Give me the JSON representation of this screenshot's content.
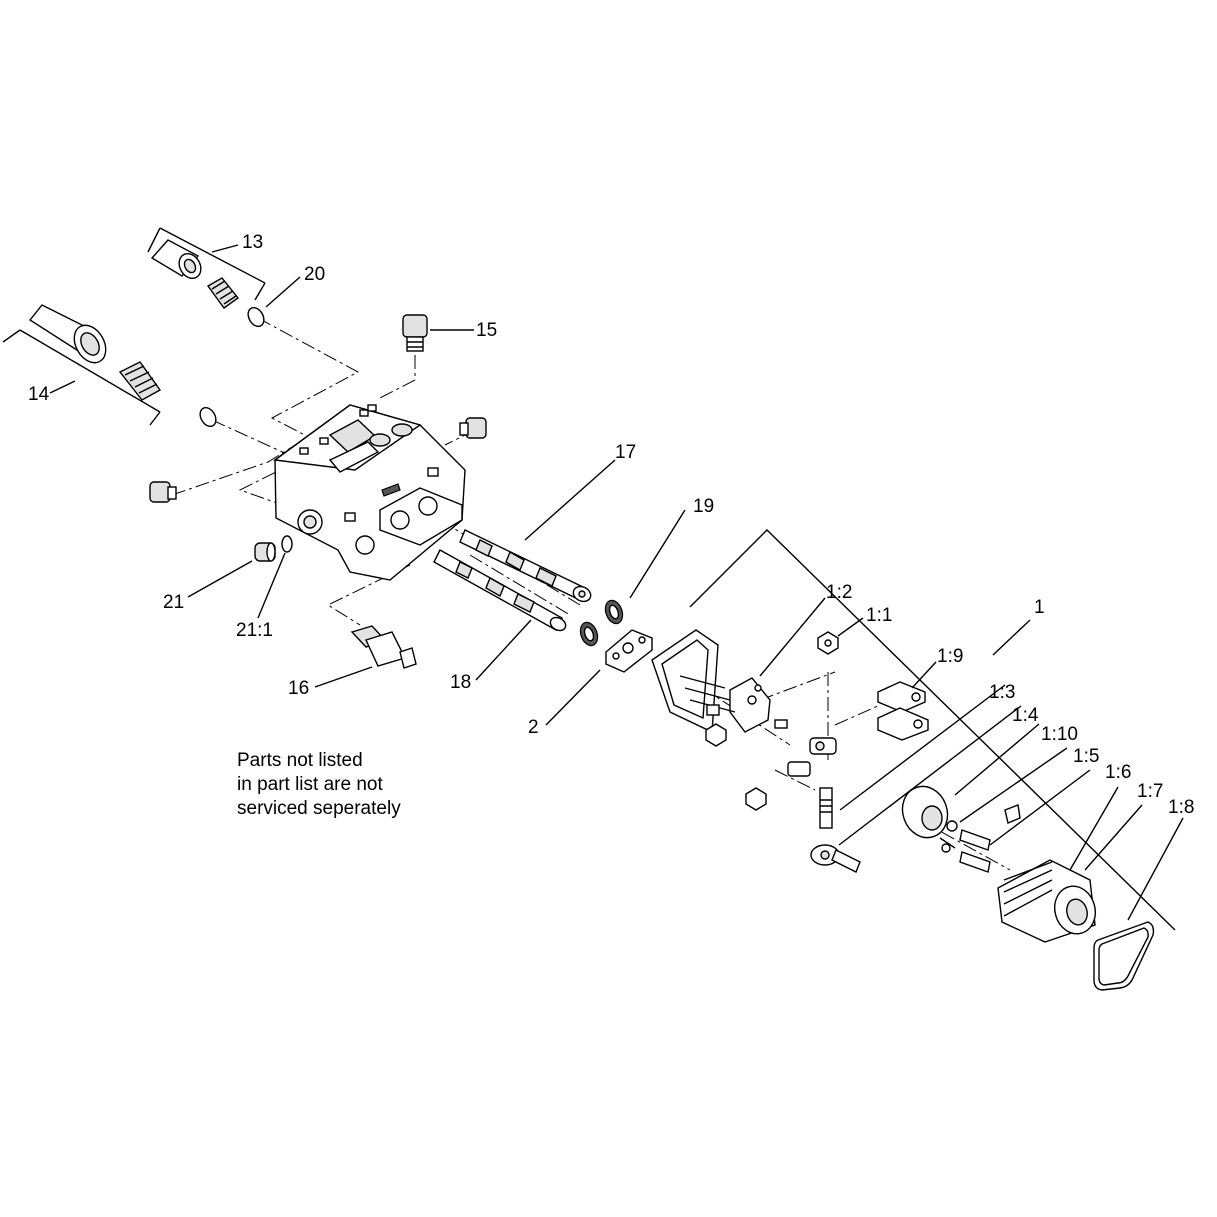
{
  "callouts": {
    "c13": "13",
    "c20": "20",
    "c14": "14",
    "c15": "15",
    "c17": "17",
    "c19": "19",
    "c21": "21",
    "c21_1": "21:1",
    "c16": "16",
    "c18": "18",
    "c2": "2",
    "c1": "1",
    "c1_2": "1:2",
    "c1_1": "1:1",
    "c1_9": "1:9",
    "c1_3": "1:3",
    "c1_4": "1:4",
    "c1_10": "1:10",
    "c1_5": "1:5",
    "c1_6": "1:6",
    "c1_7": "1:7",
    "c1_8": "1:8"
  },
  "note": {
    "line1": "Parts not listed",
    "line2": "in part list are not",
    "line3": "serviced seperately"
  }
}
